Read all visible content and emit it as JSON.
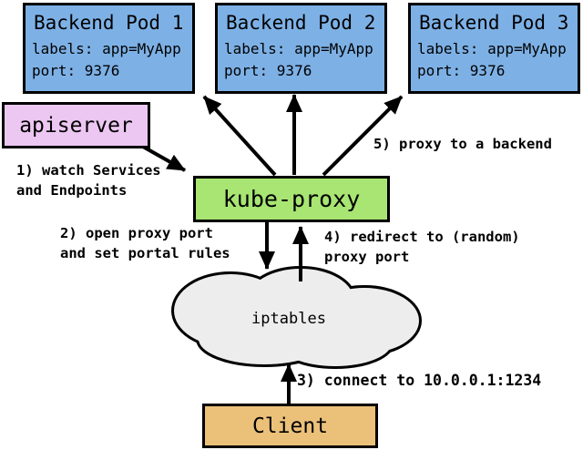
{
  "diagram": {
    "pods": [
      {
        "title": "Backend Pod 1",
        "labels_line": "labels: app=MyApp",
        "port_line": "port: 9376"
      },
      {
        "title": "Backend Pod 2",
        "labels_line": "labels: app=MyApp",
        "port_line": "port: 9376"
      },
      {
        "title": "Backend Pod 3",
        "labels_line": "labels: app=MyApp",
        "port_line": "port: 9376"
      }
    ],
    "apiserver": {
      "label": "apiserver"
    },
    "kube_proxy": {
      "label": "kube-proxy"
    },
    "iptables": {
      "label": "iptables"
    },
    "client": {
      "label": "Client"
    },
    "annotations": {
      "step1": "1) watch Services\nand Endpoints",
      "step2": "2) open proxy port\nand set portal rules",
      "step3": "3) connect to 10.0.0.1:1234",
      "step4": "4) redirect to (random)\nproxy port",
      "step5": "5) proxy to a backend"
    }
  },
  "colors": {
    "pod-fill": "#7db1e6",
    "apiserver-fill": "#ecc7f2",
    "kube-proxy-fill": "#a8e573",
    "client-fill": "#ebc17a",
    "cloud-fill": "#ededed",
    "border": "#000000",
    "arrow": "#000000",
    "background": "#ffffff"
  }
}
